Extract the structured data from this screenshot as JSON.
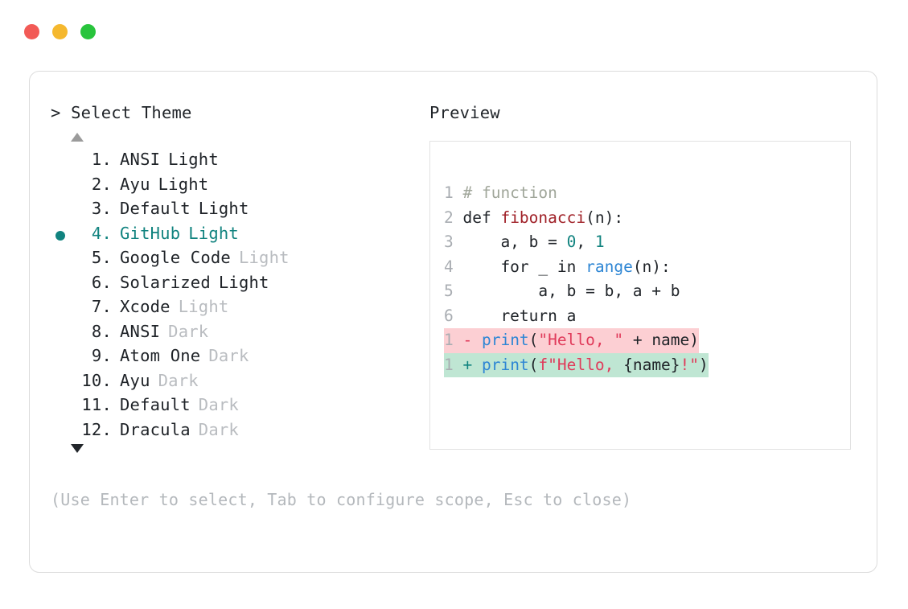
{
  "window": {
    "dots": [
      {
        "name": "close-dot",
        "color": "#f25a56"
      },
      {
        "name": "minimize-dot",
        "color": "#f5b82e"
      },
      {
        "name": "maximize-dot",
        "color": "#28c43c"
      }
    ]
  },
  "selector": {
    "prompt_symbol": "> ",
    "title": "Select Theme",
    "scroll_up_icon": "triangle-up",
    "scroll_down_icon": "triangle-down",
    "selected_index": 4,
    "selected_bullet": "●",
    "accent_color": "#11837f",
    "items": [
      {
        "index": "1.",
        "name": "ANSI",
        "variant": "Light",
        "variant_muted": false,
        "selected": false
      },
      {
        "index": "2.",
        "name": "Ayu",
        "variant": "Light",
        "variant_muted": false,
        "selected": false
      },
      {
        "index": "3.",
        "name": "Default",
        "variant": "Light",
        "variant_muted": false,
        "selected": false
      },
      {
        "index": "4.",
        "name": "GitHub",
        "variant": "Light",
        "variant_muted": false,
        "selected": true
      },
      {
        "index": "5.",
        "name": "Google Code",
        "variant": "Light",
        "variant_muted": true,
        "selected": false
      },
      {
        "index": "6.",
        "name": "Solarized",
        "variant": "Light",
        "variant_muted": false,
        "selected": false
      },
      {
        "index": "7.",
        "name": "Xcode",
        "variant": "Light",
        "variant_muted": true,
        "selected": false
      },
      {
        "index": "8.",
        "name": "ANSI",
        "variant": "Dark",
        "variant_muted": true,
        "selected": false
      },
      {
        "index": "9.",
        "name": "Atom One",
        "variant": "Dark",
        "variant_muted": true,
        "selected": false
      },
      {
        "index": "10.",
        "name": "Ayu",
        "variant": "Dark",
        "variant_muted": true,
        "selected": false
      },
      {
        "index": "11.",
        "name": "Default",
        "variant": "Dark",
        "variant_muted": true,
        "selected": false
      },
      {
        "index": "12.",
        "name": "Dracula",
        "variant": "Dark",
        "variant_muted": true,
        "selected": false
      }
    ],
    "footer_hint": "(Use Enter to select, Tab to configure scope, Esc to close)"
  },
  "preview": {
    "title": "Preview",
    "code_lines": [
      {
        "ln": "1",
        "tokens": [
          {
            "t": "# function",
            "c": "comment"
          }
        ]
      },
      {
        "ln": "2",
        "tokens": [
          {
            "t": "def ",
            "c": "kw"
          },
          {
            "t": "fibonacci",
            "c": "fn"
          },
          {
            "t": "(n):",
            "c": "plain"
          }
        ]
      },
      {
        "ln": "3",
        "tokens": [
          {
            "t": "    a, b = ",
            "c": "plain"
          },
          {
            "t": "0",
            "c": "num"
          },
          {
            "t": ", ",
            "c": "plain"
          },
          {
            "t": "1",
            "c": "num"
          }
        ]
      },
      {
        "ln": "4",
        "tokens": [
          {
            "t": "    for _ in ",
            "c": "plain"
          },
          {
            "t": "range",
            "c": "builtin"
          },
          {
            "t": "(n):",
            "c": "plain"
          }
        ]
      },
      {
        "ln": "5",
        "tokens": [
          {
            "t": "        a, b = b, a + b",
            "c": "plain"
          }
        ]
      },
      {
        "ln": "6",
        "tokens": [
          {
            "t": "    return a",
            "c": "plain"
          }
        ]
      }
    ],
    "diff_lines": [
      {
        "ln": "1",
        "kind": "del",
        "marker": "-",
        "tokens": [
          {
            "t": "print",
            "c": "builtin"
          },
          {
            "t": "(",
            "c": "plain"
          },
          {
            "t": "\"Hello, \"",
            "c": "str"
          },
          {
            "t": " + name)",
            "c": "plain"
          }
        ]
      },
      {
        "ln": "1",
        "kind": "add",
        "marker": "+",
        "tokens": [
          {
            "t": "print",
            "c": "builtin"
          },
          {
            "t": "(",
            "c": "plain"
          },
          {
            "t": "f\"Hello, ",
            "c": "str"
          },
          {
            "t": "{name}",
            "c": "plain"
          },
          {
            "t": "!\"",
            "c": "str"
          },
          {
            "t": ")",
            "c": "plain"
          }
        ]
      }
    ],
    "diff_del_bg": "#fccfd3",
    "diff_add_bg": "#bfe6d3"
  }
}
